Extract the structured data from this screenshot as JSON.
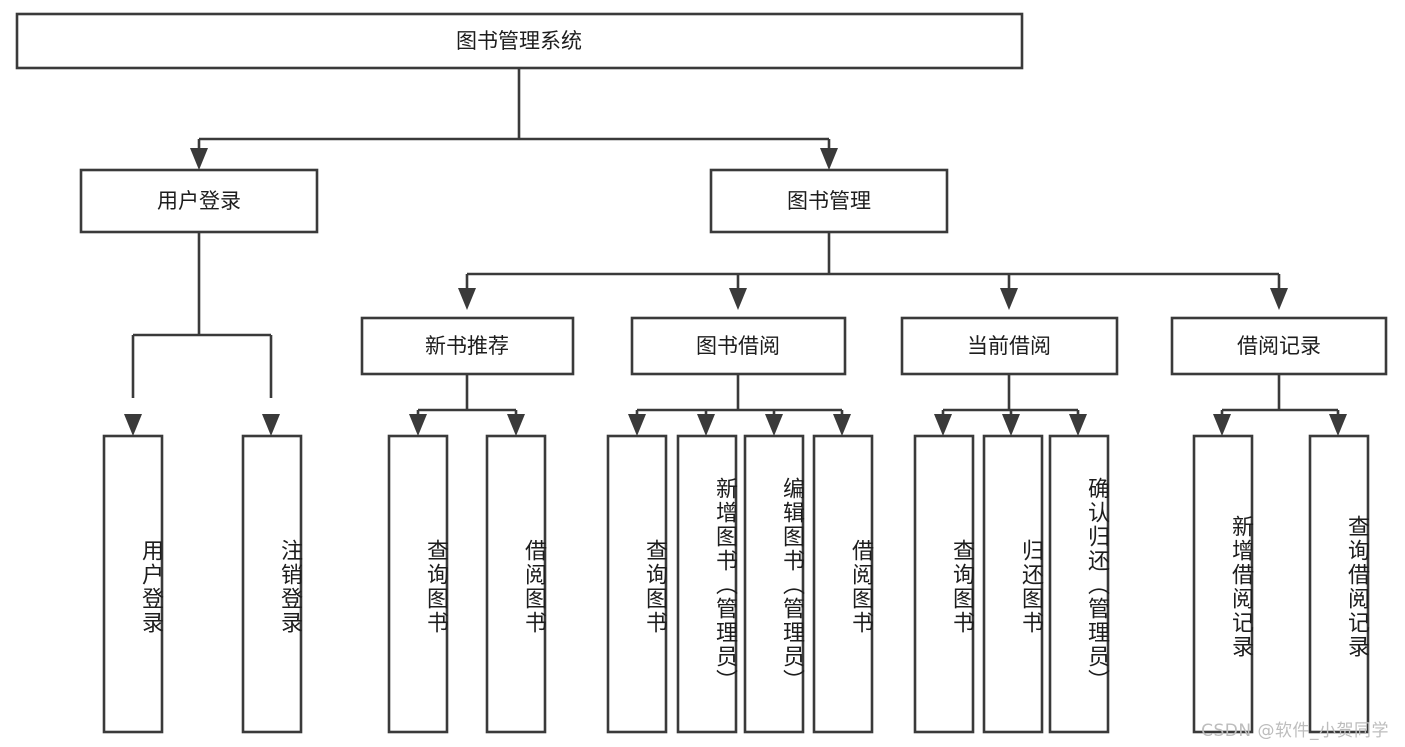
{
  "diagram": {
    "type": "tree",
    "title": "图书管理系统",
    "watermark": "CSDN @软件_小贺同学",
    "colors": {
      "box_stroke": "#3a3a3a",
      "box_fill": "#ffffff",
      "text": "#1d1d1d",
      "watermark": "#bdbdbd",
      "background": "#ffffff"
    },
    "levels": {
      "root": {
        "label": "图书管理系统"
      },
      "level2": [
        {
          "label": "用户登录"
        },
        {
          "label": "图书管理"
        }
      ],
      "level3": [
        {
          "label": "新书推荐"
        },
        {
          "label": "图书借阅"
        },
        {
          "label": "当前借阅"
        },
        {
          "label": "借阅记录"
        }
      ],
      "leaves": [
        {
          "label": "用户登录",
          "parent": "用户登录"
        },
        {
          "label": "注销登录",
          "parent": "用户登录"
        },
        {
          "label": "查询图书",
          "parent": "新书推荐"
        },
        {
          "label": "借阅图书",
          "parent": "新书推荐"
        },
        {
          "label": "查询图书",
          "parent": "图书借阅"
        },
        {
          "label": "新增图书（管理员）",
          "parent": "图书借阅"
        },
        {
          "label": "编辑图书（管理员）",
          "parent": "图书借阅"
        },
        {
          "label": "借阅图书",
          "parent": "图书借阅"
        },
        {
          "label": "查询图书",
          "parent": "当前借阅"
        },
        {
          "label": "归还图书",
          "parent": "当前借阅"
        },
        {
          "label": "确认归还（管理员）",
          "parent": "当前借阅"
        },
        {
          "label": "新增借阅记录",
          "parent": "借阅记录"
        },
        {
          "label": "查询借阅记录",
          "parent": "借阅记录"
        }
      ]
    }
  }
}
